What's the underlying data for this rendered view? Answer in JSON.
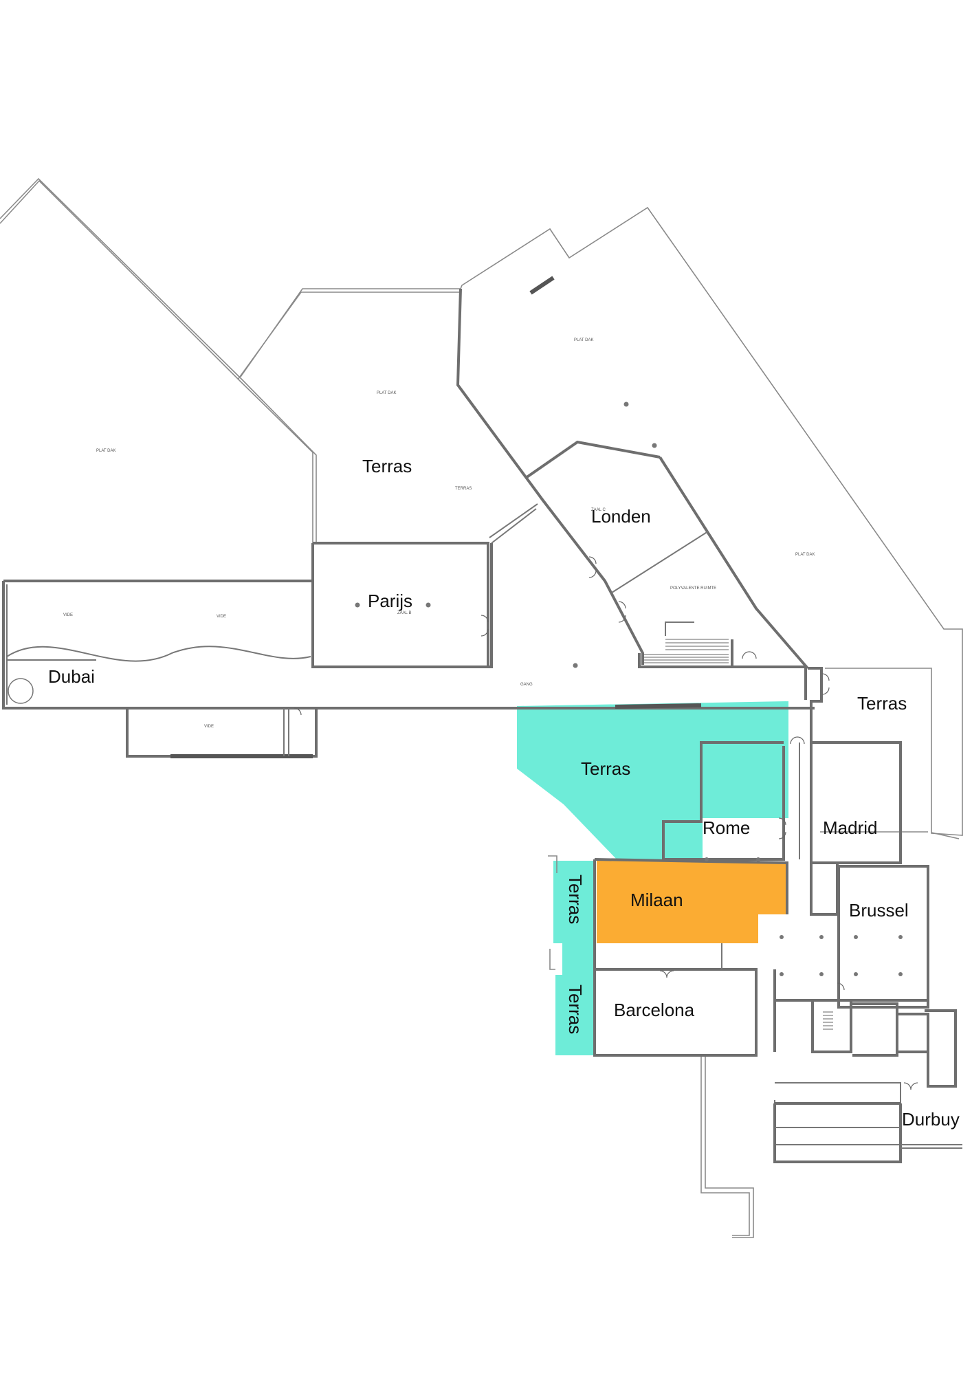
{
  "rooms": {
    "terras_north": "Terras",
    "londen": "Londen",
    "parijs": "Parijs",
    "dubai": "Dubai",
    "terras_east": "Terras",
    "terras_highlight": "Terras",
    "rome": "Rome",
    "madrid": "Madrid",
    "milaan": "Milaan",
    "terras_strip_upper": "Terras",
    "terras_strip_lower": "Terras",
    "brussel": "Brussel",
    "barcelona": "Barcelona",
    "durbuy": "Durbuy"
  },
  "small_labels": {
    "plat_dak_west": "PLAT DAK",
    "plat_dak_middle": "PLAT DAK",
    "plat_dak_north": "PLAT DAK",
    "plat_dak_east": "PLAT DAK",
    "terras_small": "TERRAS",
    "zaal_c": "ZAAL C",
    "zaal_b": "ZAAL B",
    "polyvalente_ruimte": "POLYVALENTE RUIMTE",
    "vide_1": "VIDE",
    "vide_2": "VIDE",
    "vide_3": "VIDE",
    "gang": "GANG"
  },
  "colors": {
    "terras_highlight": "#6eecd8",
    "milaan_highlight": "#fbac33"
  }
}
